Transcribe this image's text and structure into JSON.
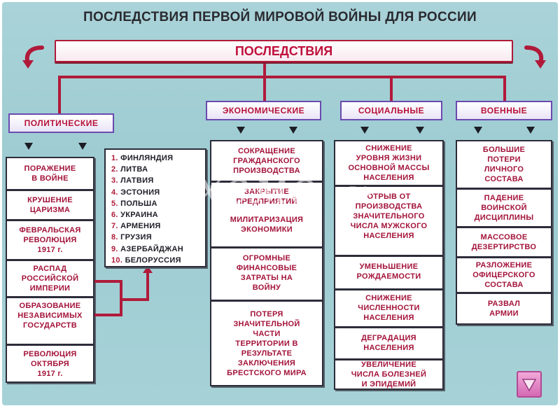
{
  "title": "ПОСЛЕДСТВИЯ ПЕРВОЙ МИРОВОЙ ВОЙНЫ ДЛЯ РОССИИ",
  "main_box": "ПОСЛЕДСТВИЯ",
  "colors": {
    "accent": "#b01a3a",
    "cell_text": "#a3133a",
    "category_border": "#6a4bb0",
    "background": "#a9d3d8"
  },
  "categories": {
    "political": "ПОЛИТИЧЕСКИЕ",
    "economic": "ЭКОНОМИЧЕСКИЕ",
    "social": "СОЦИАЛЬНЫЕ",
    "military": "ВОЕННЫЕ"
  },
  "political": [
    "ПОРАЖЕНИЕ\nВ ВОЙНЕ",
    "КРУШЕНИЕ\nЦАРИЗМА",
    "ФЕВРАЛЬСКАЯ\nРЕВОЛЮЦИЯ\n1917 г.",
    "РАСПАД\nРОССИЙСКОЙ\nИМПЕРИИ",
    "ОБРАЗОВАНИЕ\nНЕЗАВИСИМЫХ\nГОСУДАРСТВ",
    "РЕВОЛЮЦИЯ\nОКТЯБРЯ\n1917 г."
  ],
  "states": [
    {
      "num": "1.",
      "name": "ФИНЛЯНДИЯ"
    },
    {
      "num": "2.",
      "name": "ЛИТВА"
    },
    {
      "num": "3.",
      "name": "ЛАТВИЯ"
    },
    {
      "num": "4.",
      "name": "ЭСТОНИЯ"
    },
    {
      "num": "5.",
      "name": "ПОЛЬША"
    },
    {
      "num": "6.",
      "name": "УКРАИНА"
    },
    {
      "num": "7.",
      "name": "АРМЕНИЯ"
    },
    {
      "num": "8.",
      "name": "ГРУЗИЯ"
    },
    {
      "num": "9.",
      "name": "АЗЕРБАЙДЖАН"
    },
    {
      "num": "10.",
      "name": "БЕЛОРУССИЯ"
    }
  ],
  "economic": [
    "СОКРАЩЕНИЕ\nГРАЖДАНСКОГО\nПРОИЗВОДСТВА",
    "ЗАКРЫТИЕ\nПРЕДПРИЯТИЙ",
    "МИЛИТАРИЗАЦИЯ\nЭКОНОМИКИ",
    "ОГРОМНЫЕ\nФИНАНСОВЫЕ\nЗАТРАТЫ НА\nВОЙНУ",
    "ПОТЕРЯ\nЗНАЧИТЕЛЬНОЙ\nЧАСТИ\nТЕРРИТОРИИ В\nРЕЗУЛЬТАТЕ\nЗАКЛЮЧЕНИЯ\nБРЕСТСКОГО МИРА"
  ],
  "social": [
    "СНИЖЕНИЕ\nУРОВНЯ ЖИЗНИ\nОСНОВНОЙ МАССЫ\nНАСЕЛЕНИЯ",
    "ОТРЫВ ОТ\nПРОИЗВОДСТВА\nЗНАЧИТЕЛЬНОГО\nЧИСЛА МУЖСКОГО\nНАСЕЛЕНИЯ",
    "УМЕНЬШЕНИЕ\nРОЖДАЕМОСТИ",
    "СНИЖЕНИЕ\nЧИСЛЕННОСТИ\nНАСЕЛЕНИЯ",
    "ДЕГРАДАЦИЯ\nНАСЕЛЕНИЯ",
    "УВЕЛИЧЕНИЕ\nЧИСЛА БОЛЕЗНЕЙ\nИ ЭПИДЕМИЙ"
  ],
  "military": [
    "БОЛЬШИЕ\nПОТЕРИ\nЛИЧНОГО\nСОСТАВА",
    "ПАДЕНИЕ\nВОИНСКОЙ\nДИСЦИПЛИНЫ",
    "МАССОВОЕ\nДЕЗЕРТИРСТВО",
    "РАЗЛОЖЕНИЕ\nОФИЦЕРСКОГО\nСОСТАВА",
    "РАЗВАЛ\nАРМИИ"
  ],
  "watermark": {
    "logo": "Схемо",
    "url": "http://схемо.рф",
    "rf": "РФ"
  }
}
